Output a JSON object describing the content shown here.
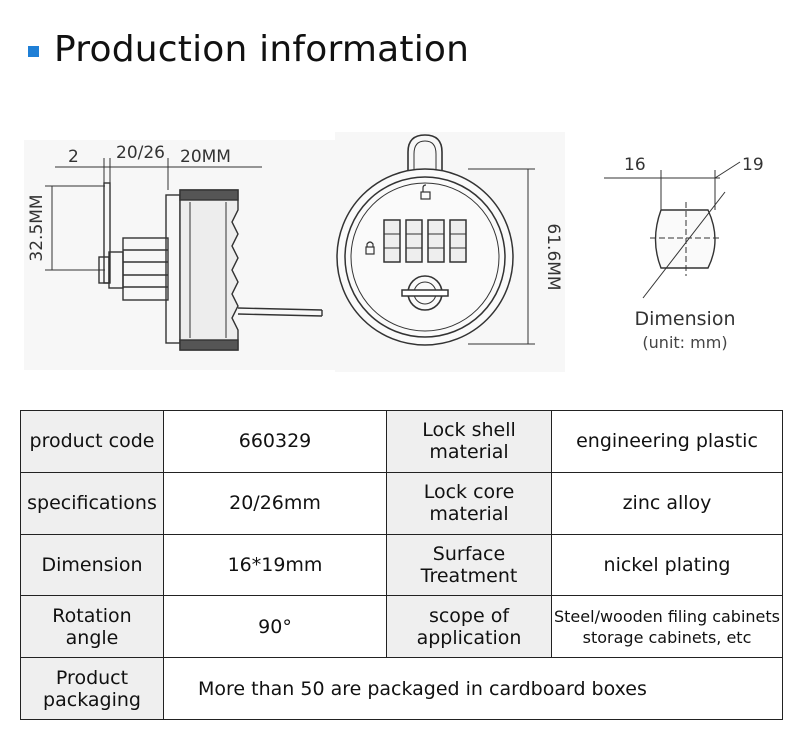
{
  "header": {
    "title": "Production information",
    "accent": "#1f7fd6"
  },
  "drawings": {
    "side_view": {
      "dim_top_left": "2",
      "dim_top_mid": "20/26",
      "dim_top_right": "20MM",
      "dim_height": "32.5MM"
    },
    "front_view": {
      "dim_height": "61.6MM"
    },
    "section_view": {
      "dim_left": "16",
      "dim_right": "19",
      "caption": "Dimension",
      "unit": "(unit: mm)"
    }
  },
  "table": {
    "rows": [
      {
        "label1": "product code",
        "value1": "660329",
        "label2": "Lock shell material",
        "value2": "engineering plastic"
      },
      {
        "label1": "specifications",
        "value1": "20/26mm",
        "label2": "Lock core material",
        "value2": "zinc alloy"
      },
      {
        "label1": "Dimension",
        "value1": "16*19mm",
        "label2": "Surface Treatment",
        "value2": "nickel plating"
      },
      {
        "label1": "Rotation angle",
        "value1": "90°",
        "label2": "scope of application",
        "value2": "Steel/wooden filing cabinets storage cabinets, etc"
      }
    ],
    "packaging": {
      "label": "Product packaging",
      "value": "More than 50 are packaged in cardboard boxes"
    }
  }
}
